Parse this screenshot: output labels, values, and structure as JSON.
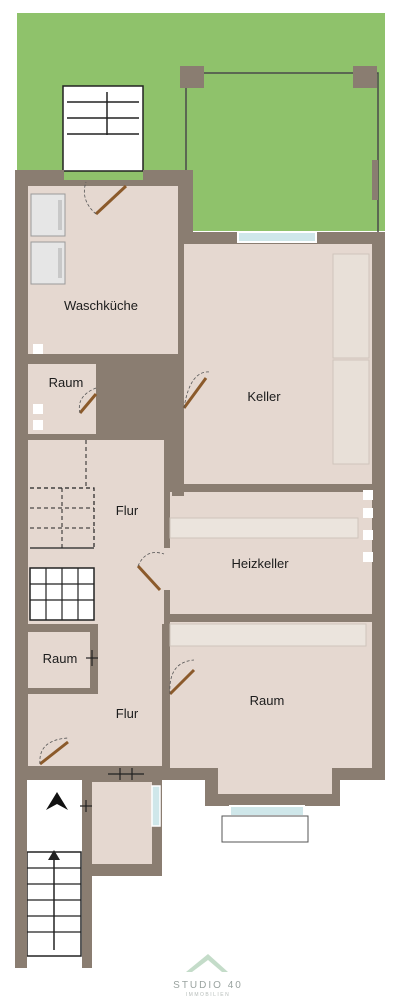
{
  "rooms": {
    "waschkueche": "Waschküche",
    "raum_small": "Raum",
    "keller": "Keller",
    "flur_upper": "Flur",
    "heizkeller": "Heizkeller",
    "raum_left": "Raum",
    "flur_lower": "Flur",
    "raum_large": "Raum"
  },
  "logo": {
    "brand": "STUDIO 40",
    "sub": "IMMOBILIEN"
  },
  "icons": {
    "north": "north-arrow-icon",
    "logo": "house-logo-icon"
  },
  "colors": {
    "wall": "#8a7d71",
    "floor": "#e5d8d0",
    "garden": "#8fc26b",
    "window": "#cfe7ea"
  }
}
